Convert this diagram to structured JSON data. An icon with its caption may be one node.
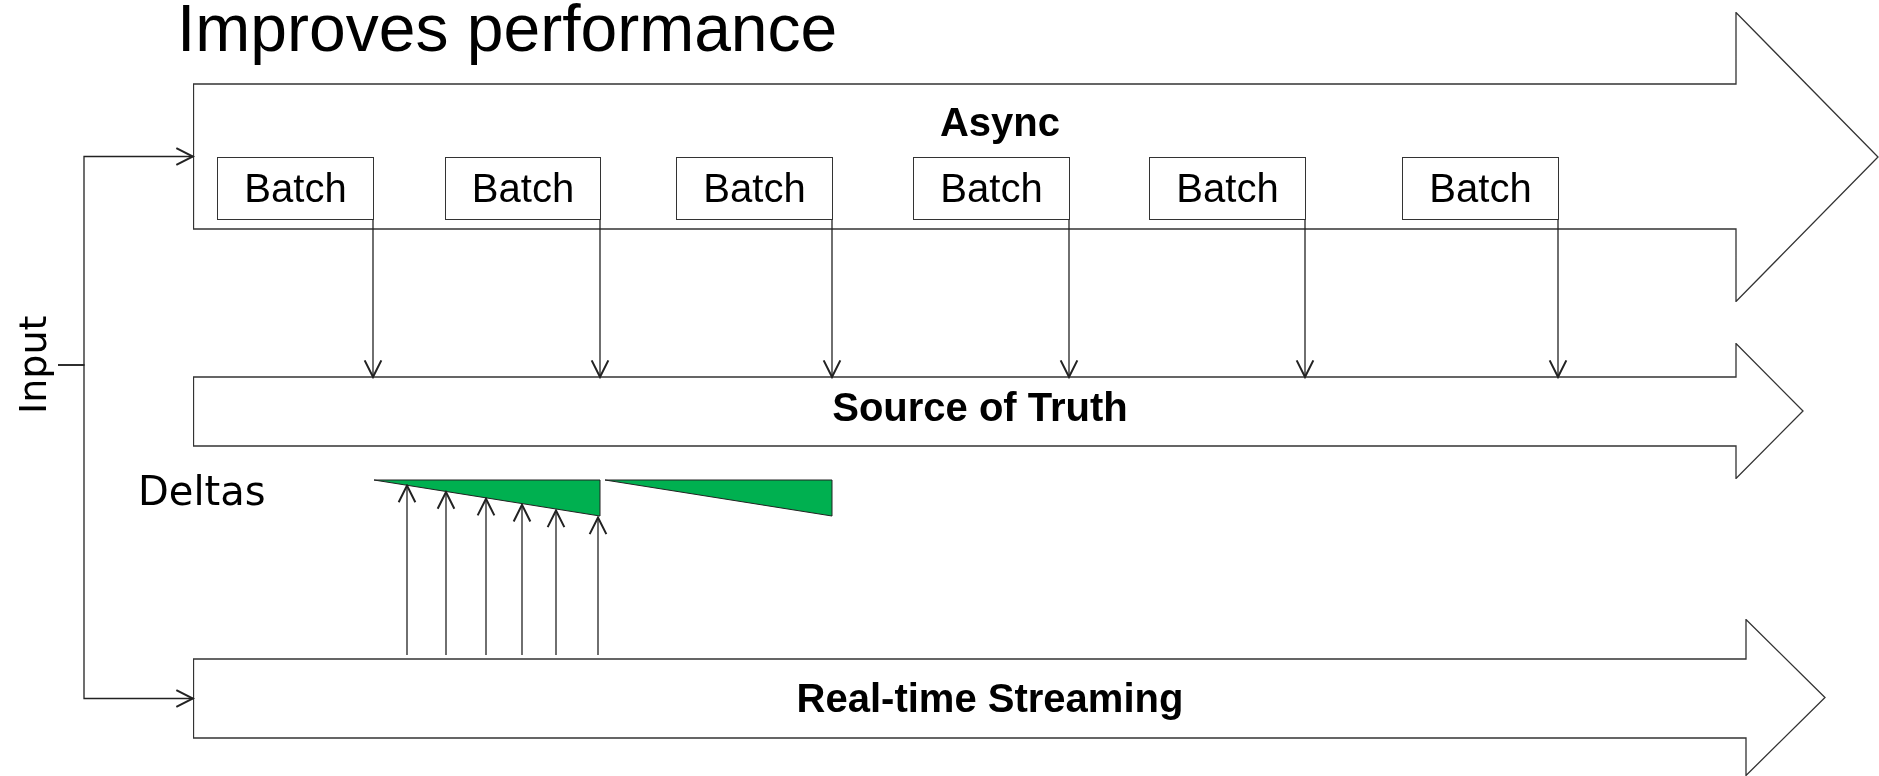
{
  "diagram": {
    "title": "Improves performance",
    "nodes": [
      {
        "text": [
          "Async"
        ]
      },
      {
        "text": [
          "Batch"
        ],
        "in": 0
      },
      {
        "text": [
          "Batch"
        ],
        "in": 0
      },
      {
        "text": [
          "Batch"
        ],
        "in": 0
      },
      {
        "text": [
          "Batch"
        ],
        "in": 0
      },
      {
        "text": [
          "Batch"
        ],
        "in": 0
      },
      {
        "text": [
          "Batch"
        ],
        "in": 0
      },
      {
        "text": [
          "Source of Truth"
        ]
      },
      {
        "text": [
          "Input"
        ]
      },
      {
        "text": [],
        "shape": "triangle"
      },
      {
        "text": [],
        "shape": "triangle"
      },
      {
        "text": [
          "Real-time Streaming"
        ]
      }
    ],
    "edges": [
      {
        "from": 1,
        "to": 7,
        "arrow": "to"
      },
      {
        "from": 2,
        "to": 7,
        "arrow": "to"
      },
      {
        "from": 3,
        "to": 7,
        "arrow": "to"
      },
      {
        "from": 4,
        "to": 7,
        "arrow": "to"
      },
      {
        "from": 5,
        "to": 7,
        "arrow": "to"
      },
      {
        "from": 6,
        "to": 7,
        "arrow": "to"
      },
      {
        "from": 8,
        "to": 0,
        "arrow": "to"
      },
      {
        "from": 8,
        "to": 11,
        "arrow": "to"
      },
      {
        "from": 11,
        "to": 9,
        "arrow": "to"
      },
      {
        "from": 11,
        "to": 9,
        "arrow": "to"
      },
      {
        "from": 11,
        "to": 9,
        "arrow": "to"
      },
      {
        "from": 11,
        "to": 9,
        "arrow": "to"
      },
      {
        "from": 11,
        "to": 9,
        "arrow": "to"
      },
      {
        "from": 11,
        "to": 9,
        "arrow": "to"
      }
    ],
    "labels": [
      "Deltas"
    ]
  }
}
